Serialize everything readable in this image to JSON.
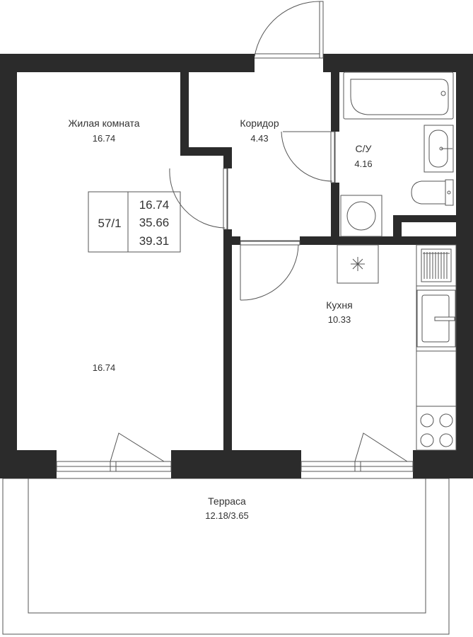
{
  "plan": {
    "apartment_number": "57/1",
    "areas": {
      "living": "16.74",
      "total": "35.66",
      "total_with_terrace": "39.31"
    },
    "rooms": {
      "living_room": {
        "name": "Жилая комната",
        "area": "16.74"
      },
      "living_room_center_area": "16.74",
      "corridor": {
        "name": "Коридор",
        "area": "4.43"
      },
      "bathroom": {
        "name": "С/У",
        "area": "4.16"
      },
      "kitchen": {
        "name": "Кухня",
        "area": "10.33"
      },
      "terrace": {
        "name": "Терраса",
        "area": "12.18/3.65"
      }
    },
    "colors": {
      "wall": "#2b2b2b",
      "line": "#555555",
      "text": "#333333"
    }
  }
}
